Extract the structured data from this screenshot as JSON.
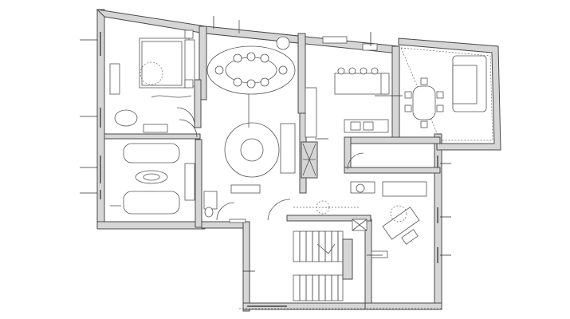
{
  "drawing": {
    "kind": "architectural floor plan",
    "colors": {
      "wall_fill": "#d6d6d6",
      "line": "#555555",
      "background": "#ffffff"
    }
  },
  "rooms": [
    {
      "id": "master-bedroom"
    },
    {
      "id": "dining-room"
    },
    {
      "id": "kitchen"
    },
    {
      "id": "terrace"
    },
    {
      "id": "living-room"
    },
    {
      "id": "bathroom"
    },
    {
      "id": "small-bathroom"
    },
    {
      "id": "stair-hall"
    },
    {
      "id": "study"
    }
  ],
  "labels": []
}
